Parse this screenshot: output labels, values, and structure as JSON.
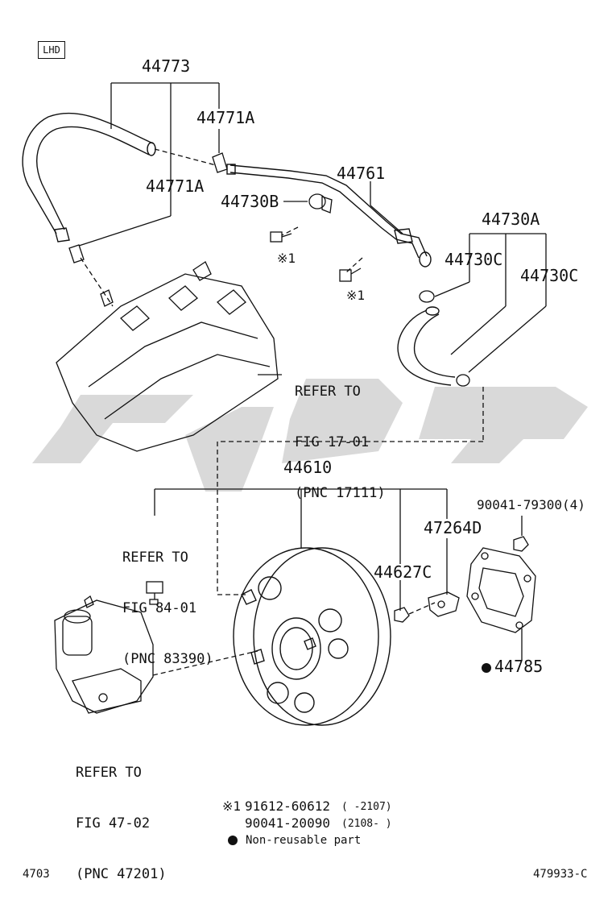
{
  "header": {
    "variant_box": "LHD"
  },
  "part_labels": {
    "p44773": "44773",
    "p44771a_top": "44771A",
    "p44771a_mid": "44771A",
    "p44761": "44761",
    "p44730b": "44730B",
    "p44730a": "44730A",
    "p44730c_left": "44730C",
    "p44730c_right": "44730C",
    "p44610": "44610",
    "p90041_79300": "90041-79300(4)",
    "p47264d": "47264D",
    "p44627c": "44627C",
    "p44785": "44785",
    "note_mark_1": "※1",
    "note_mark_2": "※1"
  },
  "references": {
    "ref_17": [
      "REFER TO",
      "FIG 17-01",
      "(PNC 17111)"
    ],
    "ref_84": [
      "REFER TO",
      "FIG 84-01",
      "(PNC 83390)"
    ],
    "ref_47": [
      "REFER TO",
      "FIG 47-02",
      "(PNC 47201)"
    ]
  },
  "legend": {
    "mark": "※1",
    "row1_part": "91612-60612",
    "row1_range": "(     -2107)",
    "row2_part": "90041-20090",
    "row2_range": "(2108-     )",
    "nonreusable": "Non-reusable part"
  },
  "footer": {
    "left_code": "4703",
    "right_code": "479933-C"
  },
  "colors": {
    "ink": "#111111",
    "watermark": "#d9d9d9"
  }
}
